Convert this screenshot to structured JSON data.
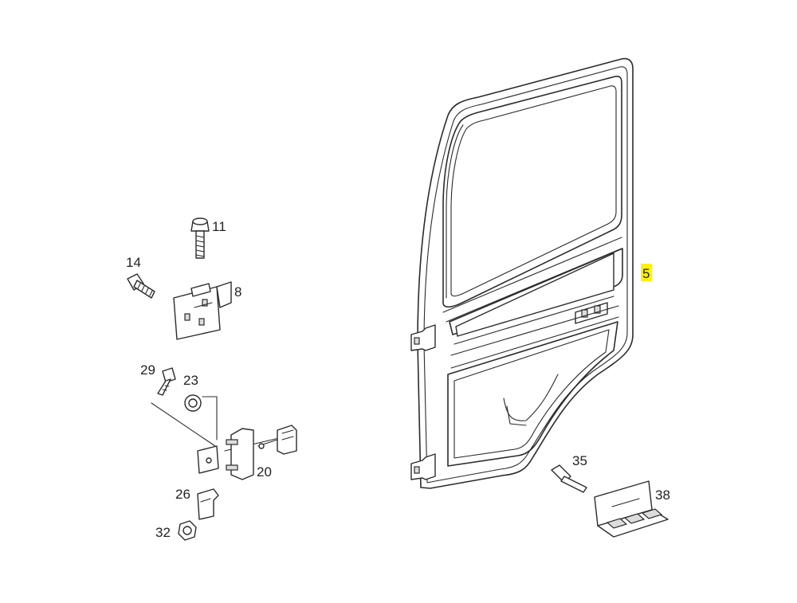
{
  "colors": {
    "line": "#2b2b2b",
    "highlight": "#fff200",
    "background": "#ffffff"
  },
  "callouts": {
    "door": "5",
    "bolt_top": "11",
    "hinge_upper": "8",
    "bolt_left": "14",
    "bolt_small": "29",
    "nut_flange": "23",
    "striker": "20",
    "clip": "26",
    "nut": "32",
    "pin": "35",
    "bracket": "38"
  },
  "highlighted_callout": "door"
}
